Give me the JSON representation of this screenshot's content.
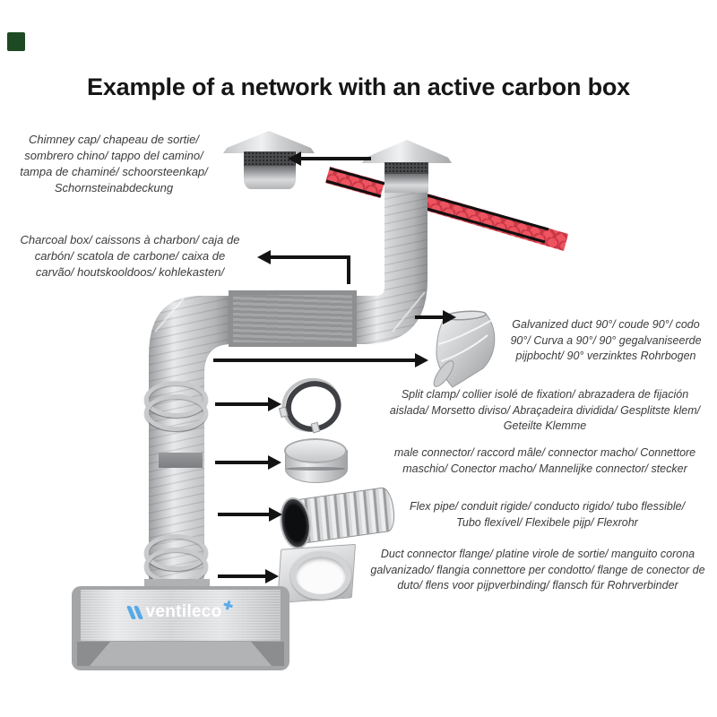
{
  "page": {
    "title": "Example of a network with an active carbon box"
  },
  "brand": {
    "logo_text": "ventileco",
    "logo_icon": "fan-plus",
    "logo_text_color": "#ffffff",
    "accent_color": "#55a9e8"
  },
  "palette": {
    "arrow_color": "#131313",
    "insulation_red": "#ee5460",
    "insulation_scale_red": "#c03240",
    "metal_light": "#e9eaeb",
    "metal_dark": "#8f9093",
    "marker_green": "#1d4a22",
    "label_text": "#3b3b3b"
  },
  "labels": {
    "chimney_cap": {
      "lines": [
        "Chimney cap/ chapeau de sortie/",
        "sombrero chino/ tappo del camino/",
        "tampa de chaminé/  schoorsteenkap/",
        "Schornsteinabdeckung"
      ]
    },
    "charcoal_box": {
      "lines": [
        "Charcoal box/ caissons à charbon/ caja de",
        "carbón/ scatola de carbone/  caixa de",
        "carvão/  houtskooldoos/  kohlekasten/"
      ]
    },
    "galvanized_duct": {
      "lines": [
        "Galvanized duct 90°/ coude 90°/ codo",
        "90°/ Curva a 90°/  90° gegalvaniseerde",
        "pijpbocht/  90° verzinktes Rohrbogen"
      ]
    },
    "split_clamp": {
      "lines": [
        "Split clamp/ collier isolé de fixation/ abrazadera de fijación",
        "aislada/ Morsetto diviso/  Abraçadeira dividida/ Gesplitste klem/",
        "Geteilte Klemme"
      ]
    },
    "male_connector": {
      "lines": [
        "male connector/ raccord mâle/ connector macho/ Connettore",
        "maschio/  Conector macho/  Mannelijke connector/ stecker"
      ]
    },
    "flex_pipe": {
      "lines": [
        "Flex pipe/ conduit rigide/ conducto rigido/ tubo flessible/",
        "Tubo flexível/  Flexibele pijp/  Flexrohr"
      ]
    },
    "duct_flange": {
      "lines": [
        "Duct connector flange/ platine virole de sortie/ manguito corona",
        "galvanizado/ flangia connettore per condotto/  flange de conector de",
        "duto/ flens voor pijpverbinding/ flansch für Rohrverbinder"
      ]
    }
  }
}
